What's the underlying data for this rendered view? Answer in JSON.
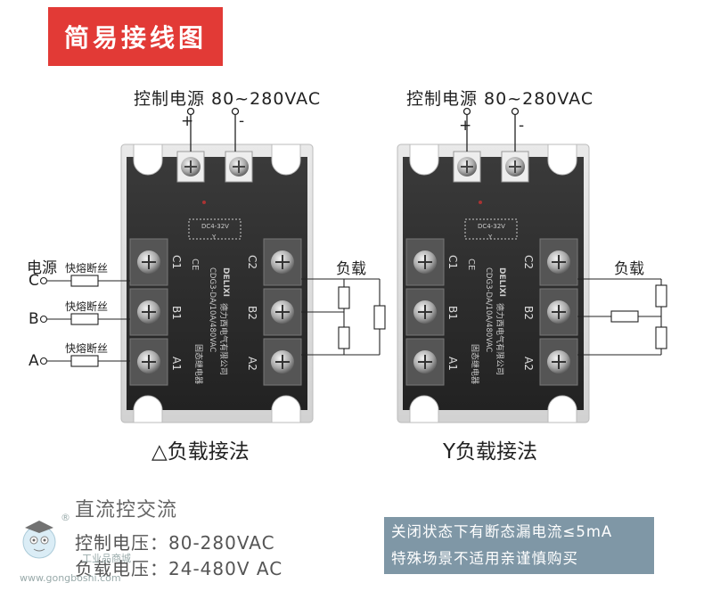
{
  "header": {
    "title": "简易接线图"
  },
  "left_panel": {
    "control_supply": "控制电源 80~280VAC",
    "plus": "+",
    "minus": "-",
    "supply_label": "电源",
    "phase_c": "C",
    "phase_b": "B",
    "phase_a": "A",
    "fuse_label": "快熔断丝",
    "load_label": "负载",
    "caption": "△负载接法"
  },
  "right_panel": {
    "control_supply": "控制电源 80~280VAC",
    "plus": "+",
    "minus": "-",
    "load_label": "负载",
    "caption": "Y负载接法"
  },
  "relay": {
    "terminals_left": [
      "C1",
      "B1",
      "A1"
    ],
    "terminals_right": [
      "C2",
      "B2",
      "A2"
    ],
    "model": "CDG3-DA/10A/480VAC",
    "brand": "DELIXI",
    "brand_cn": "德力西电气有限公司",
    "type_cn": "固态继电器",
    "ce": "CE",
    "input_mark": "DC4-32V",
    "y_mark": "Y"
  },
  "bottom": {
    "heading": "直流控交流",
    "control_voltage": "控制电压：80-280VAC",
    "load_voltage": "负载电压：24-480V AC"
  },
  "note": {
    "line1": "关闭状态下有断态漏电流≤5mA",
    "line2": "特殊场景不适用亲谨慎购买"
  },
  "watermark": {
    "site": "www.gongboshi.com",
    "brand": "工业品商城",
    "reg": "®"
  },
  "colors": {
    "banner": "#e23a36",
    "note_bg": "#7f97a6",
    "relay_body": "#2b2b2b"
  }
}
